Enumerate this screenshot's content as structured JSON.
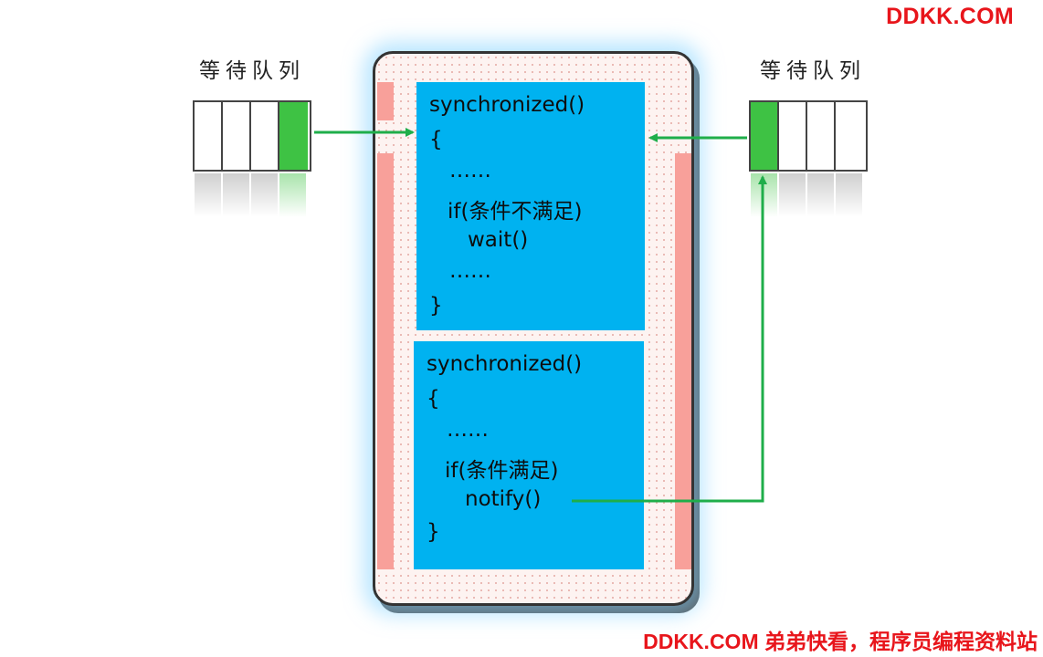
{
  "watermark": {
    "top": "DDKK.COM",
    "bottom": "DDKK.COM 弟弟快看，程序员编程资料站"
  },
  "left_queue": {
    "label": "等待队列",
    "cells": 4,
    "active_index": 3
  },
  "right_queue": {
    "label": "等待队列",
    "cells": 4,
    "active_index": 0
  },
  "wait_block": {
    "lines": [
      "synchronized()",
      "{",
      "……",
      "if(条件不满足)",
      "wait()",
      "……",
      "}"
    ]
  },
  "notify_block": {
    "lines": [
      "synchronized()",
      "{",
      "……",
      "if(条件满足)",
      "notify()",
      "}"
    ]
  },
  "colors": {
    "code_bg": "#00b2f0",
    "active_cell": "#3ec244",
    "arrow": "#1fae4a",
    "bar": "#f8a09a",
    "watermark": "#e8151b"
  }
}
